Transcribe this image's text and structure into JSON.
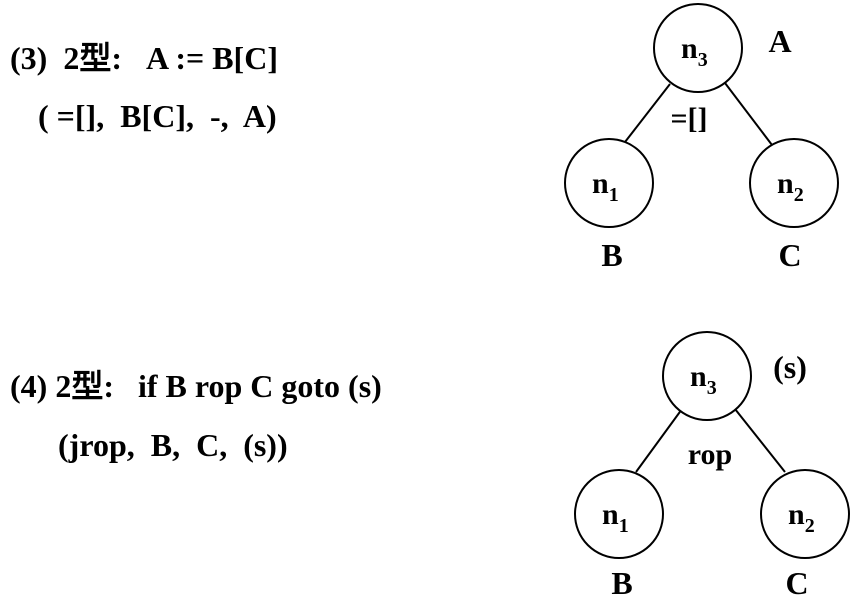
{
  "section3": {
    "title": "(3)  2型:   A := B[C]",
    "quad": "( =[],  B[C],  -,  A)",
    "dag": {
      "root_label": "n",
      "root_sub": "3",
      "root_attach": "A",
      "operator": "=[]",
      "left_label": "n",
      "left_sub": "1",
      "left_attach": "B",
      "right_label": "n",
      "right_sub": "2",
      "right_attach": "C"
    }
  },
  "section4": {
    "title": "(4) 2型:   if B rop C goto (s)",
    "quad": "(jrop,  B,  C,  (s))",
    "dag": {
      "root_label": "n",
      "root_sub": "3",
      "root_attach": "(s)",
      "operator": "rop",
      "left_label": "n",
      "left_sub": "1",
      "left_attach": "B",
      "right_label": "n",
      "right_sub": "2",
      "right_attach": "C"
    }
  }
}
